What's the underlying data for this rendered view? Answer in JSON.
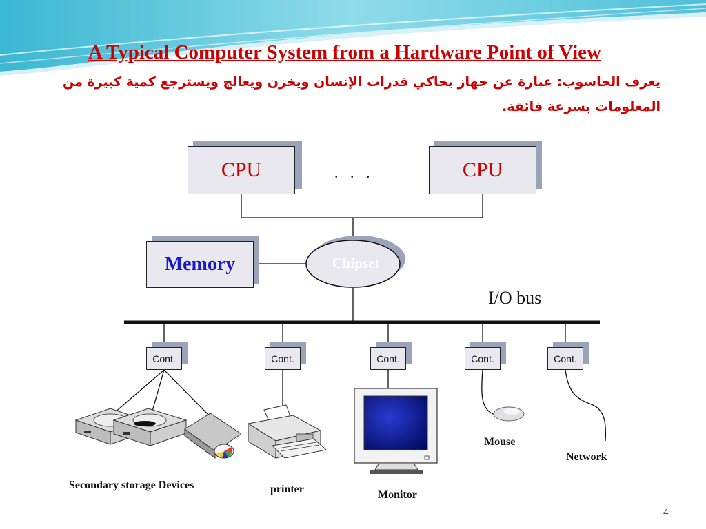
{
  "slide": {
    "title": "A Typical Computer System from a Hardware Point of View",
    "arabic_definition": "يعرف الحاسوب:  عبارة عن جهاز يحاكي قدرات الإنسان ويخزن ويعالج  ويسترجع  كمية كبيرة من المعلومات بسرعة فائقة.",
    "page_number": "4"
  },
  "diagram": {
    "cpu_left": "CPU",
    "cpu_right": "CPU",
    "ellipsis": ". . .",
    "memory": "Memory",
    "chipset": "Chipset",
    "io_bus": "I/O bus",
    "controllers": [
      "Cont.",
      "Cont.",
      "Cont.",
      "Cont.",
      "Cont."
    ],
    "devices": {
      "storage": "Secondary storage Devices",
      "printer": "printer",
      "monitor": "Monitor",
      "mouse": "Mouse",
      "network": "Network"
    }
  },
  "colors": {
    "title_red": "#cc0000",
    "memory_blue": "#1a1acc",
    "header_teal": "#5cc8dc"
  }
}
